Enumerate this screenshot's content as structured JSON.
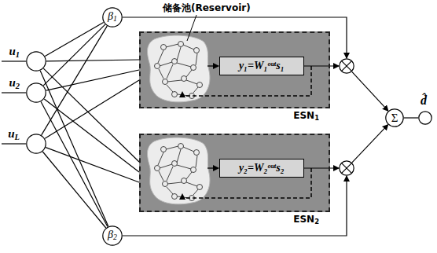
{
  "diagram": {
    "nodes": [
      {
        "text": [
          "β1"
        ]
      },
      {
        "text": [
          "u1"
        ]
      },
      {
        "text": [
          "u2"
        ]
      },
      {
        "text": [
          "uL"
        ]
      },
      {
        "text": [
          "ESN1"
        ]
      },
      {
        "text": [
          "y₁=W₁ᵒᵘᵗs₁"
        ],
        "in": 4
      },
      {
        "text": [
          "ESN2"
        ]
      },
      {
        "text": [
          "y₂=W₂ᵒᵘᵗs₂"
        ],
        "in": 6
      },
      {
        "text": []
      },
      {
        "text": []
      },
      {
        "text": [
          "Σ"
        ]
      },
      {
        "text": [
          "d̂"
        ]
      },
      {
        "text": [
          "β2"
        ]
      }
    ],
    "edges": [
      {
        "from": 1,
        "to": 0,
        "arrow": "none"
      },
      {
        "from": 1,
        "to": 4,
        "arrow": "none"
      },
      {
        "from": 1,
        "to": 6,
        "arrow": "none"
      },
      {
        "from": 1,
        "to": 12,
        "arrow": "none"
      },
      {
        "from": 2,
        "to": 0,
        "arrow": "none"
      },
      {
        "from": 2,
        "to": 4,
        "arrow": "none"
      },
      {
        "from": 2,
        "to": 6,
        "arrow": "none"
      },
      {
        "from": 2,
        "to": 12,
        "arrow": "none"
      },
      {
        "from": 3,
        "to": 0,
        "arrow": "none"
      },
      {
        "from": 3,
        "to": 4,
        "arrow": "none"
      },
      {
        "from": 3,
        "to": 6,
        "arrow": "none"
      },
      {
        "from": 3,
        "to": 12,
        "arrow": "none"
      },
      {
        "from": 0,
        "to": 8,
        "arrow": "to"
      },
      {
        "from": 12,
        "to": 9,
        "arrow": "to"
      },
      {
        "from": 5,
        "to": 8,
        "arrow": "to"
      },
      {
        "from": 7,
        "to": 9,
        "arrow": "to"
      },
      {
        "from": 8,
        "to": 10,
        "arrow": "to"
      },
      {
        "from": 9,
        "to": 10,
        "arrow": "to"
      },
      {
        "from": 10,
        "to": 11,
        "arrow": "none"
      }
    ],
    "labels": [
      "储备池(Reservoir)"
    ]
  }
}
